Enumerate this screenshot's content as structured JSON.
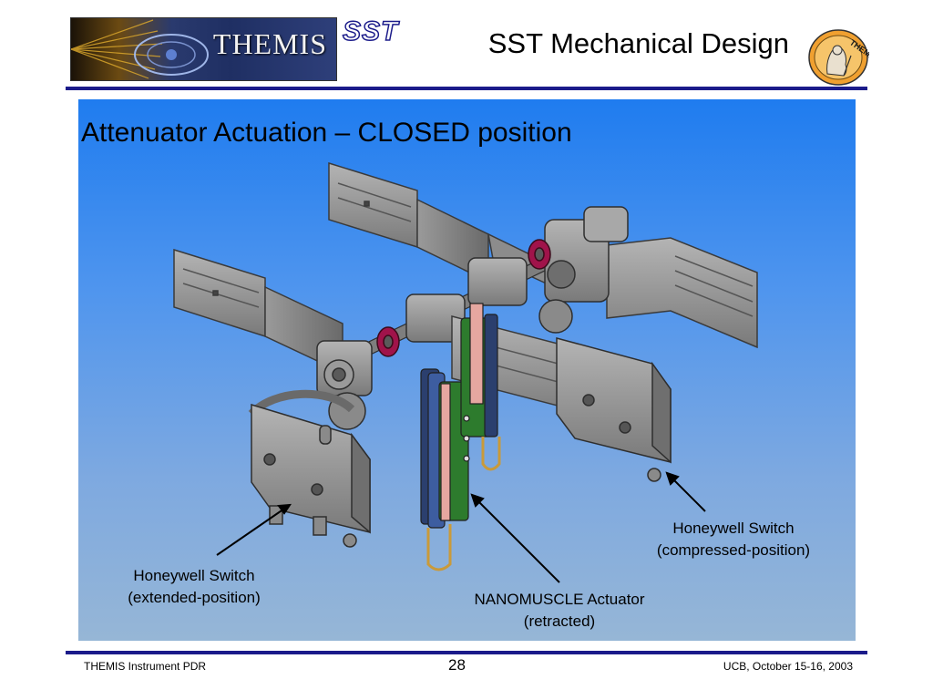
{
  "header": {
    "banner_word": "THEMIS",
    "instrument_logo": "SST",
    "title": "SST Mechanical Design",
    "emblem_text": "THEMIS"
  },
  "slide": {
    "heading": "Attenuator Actuation – CLOSED position",
    "image_icon": "mechanical-assembly-render",
    "callouts": {
      "left": [
        "Honeywell Switch",
        "(extended-position)"
      ],
      "middle": [
        "NANOMUSCLE Actuator",
        "(retracted)"
      ],
      "right": [
        "Honeywell Switch",
        "(compressed-position)"
      ]
    }
  },
  "footer": {
    "left": "THEMIS Instrument PDR",
    "page": "28",
    "right": "UCB, October 15-16, 2003"
  },
  "colors": {
    "rule": "#1b1b8a",
    "panel_top": "#1f7cef",
    "panel_bottom": "#96b6d6",
    "part_metal": "#8d8d8d",
    "gasket": "#a0134a",
    "pcb": "#2d7b2d",
    "emblem": "#f0a030"
  }
}
